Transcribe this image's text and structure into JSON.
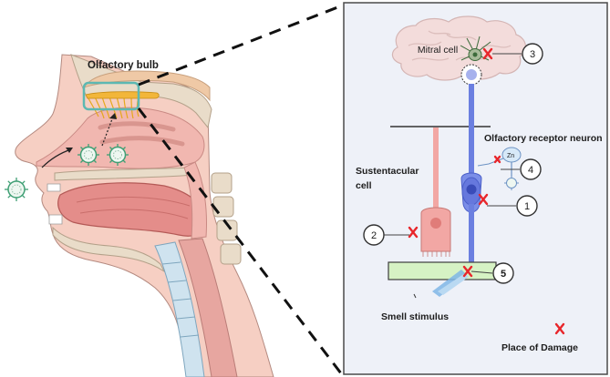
{
  "labels": {
    "olfactory_bulb": "Olfactory bulb",
    "mitral_cell": "Mitral cell",
    "olfactory_receptor_neuron": "Olfactory receptor neuron",
    "sustentacular_line1": "Sustentacular",
    "sustentacular_line2": "cell",
    "smell_stimulus": "Smell stimulus",
    "place_of_damage": "Place of Damage",
    "zn": "Zn"
  },
  "markers": [
    {
      "number": "1"
    },
    {
      "number": "2"
    },
    {
      "number": "3"
    },
    {
      "number": "4"
    },
    {
      "number": "5"
    }
  ],
  "legend": {
    "symbol": "X",
    "color": "#e8262b"
  },
  "colors": {
    "panel_fill": "#eef1f8",
    "receptor_neuron": "#6b7fe0",
    "sustentacular": "#f2a7a4",
    "epithelium": "#d6f2c4",
    "nasal_tissue": "#f1b7b0",
    "damage_mark": "#e8262b"
  }
}
